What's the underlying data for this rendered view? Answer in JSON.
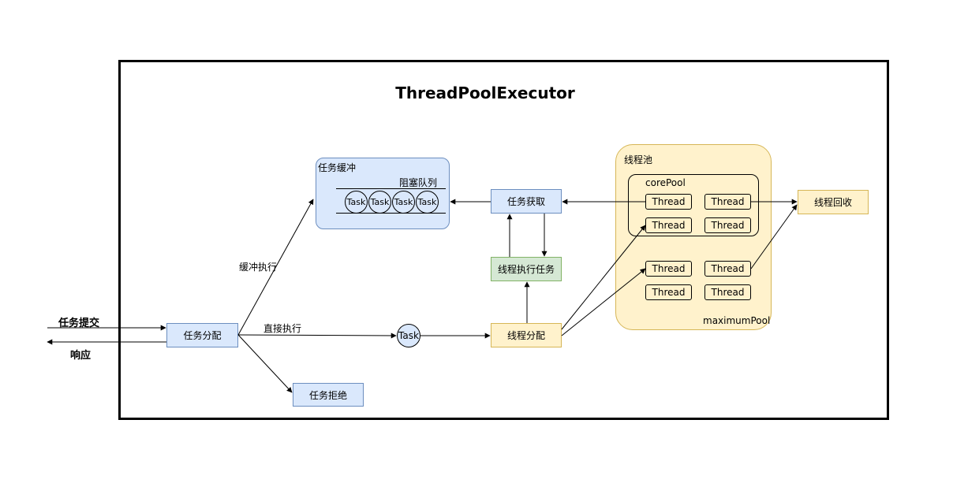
{
  "title": "ThreadPoolExecutor",
  "labels": {
    "submit": "任务提交",
    "response": "响应",
    "buffer_exec": "缓冲执行",
    "direct_exec": "直接执行"
  },
  "nodes": {
    "dispatch": "任务分配",
    "reject": "任务拒绝",
    "buffer": "任务缓冲",
    "blocking_queue": "阻塞队列",
    "fetch": "任务获取",
    "execute": "线程执行任务",
    "thread_assign": "线程分配",
    "task": "Task",
    "pool": "线程池",
    "core_pool": "corePool",
    "max_pool": "maximumPool",
    "recycle": "线程回收"
  },
  "queue_tasks": [
    "Task",
    "Task",
    "Task",
    "Task"
  ],
  "core_threads": [
    "Thread",
    "Thread",
    "Thread",
    "Thread"
  ],
  "extra_threads": [
    "Thread",
    "Thread",
    "Thread",
    "Thread"
  ]
}
